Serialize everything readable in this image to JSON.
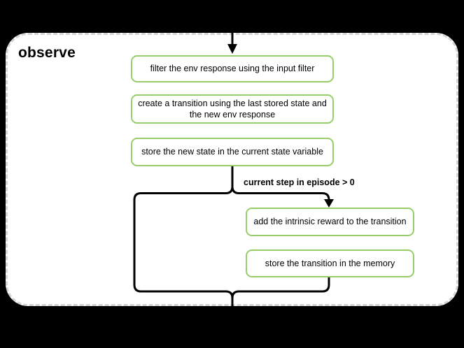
{
  "group": {
    "title": "observe"
  },
  "nodes": [
    {
      "id": "filter-env-response",
      "label": "filter the env response using the input filter"
    },
    {
      "id": "create-transition",
      "label": "create a transition using the last stored state and the new env response"
    },
    {
      "id": "store-new-state",
      "label": "store the new state in the current state variable"
    },
    {
      "id": "add-intrinsic-reward",
      "label": "add the intrinsic reward to the transition"
    },
    {
      "id": "store-transition-memory",
      "label": "store the transition in the memory"
    }
  ],
  "branch": {
    "condition_label": "current step in episode > 0"
  },
  "colors": {
    "background": "#000000",
    "group_fill": "#ffffff",
    "group_border": "#d4d4d4",
    "node_border": "#97ce6b",
    "node_fill": "#ffffff",
    "edge": "#000000",
    "text": "#000000"
  }
}
